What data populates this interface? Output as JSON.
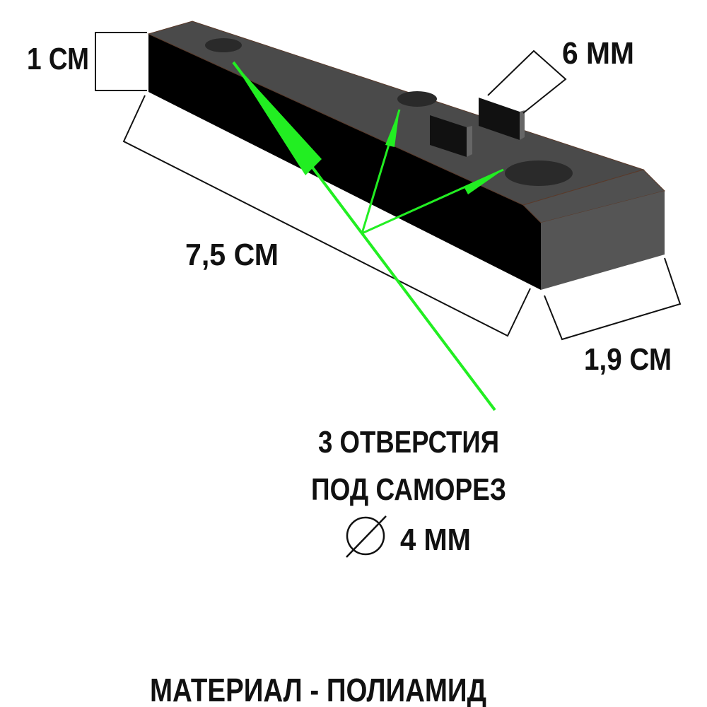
{
  "dimensions": {
    "height": "1 СМ",
    "tab": "6 ММ",
    "length": "7,5 СМ",
    "width": "1,9 СМ"
  },
  "holes_note": {
    "line1": "3 ОТВЕРСТИЯ",
    "line2": "ПОД САМОРЕЗ",
    "line3": "4 ММ",
    "diameter_icon": "diameter-symbol-icon"
  },
  "material": "МАТЕРИАЛ - ПОЛИАМИД",
  "colors": {
    "top_face": "#4a4a4a",
    "front_face": "#000000",
    "end_face": "#555555",
    "arrow": "#22ee22"
  }
}
